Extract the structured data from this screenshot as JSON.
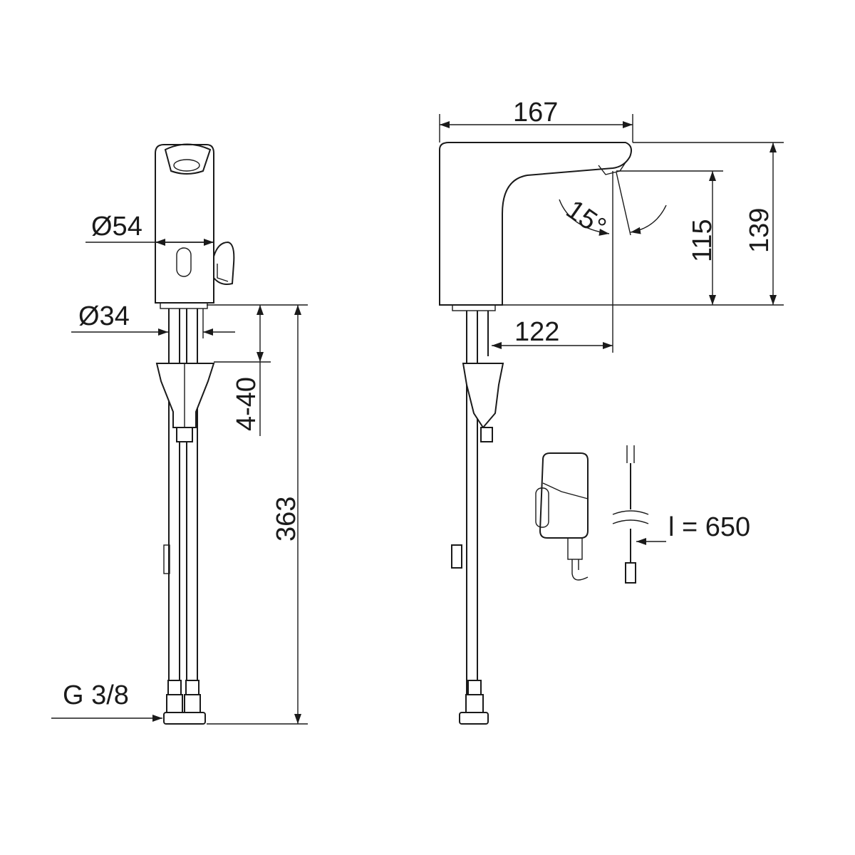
{
  "drawing": {
    "front_view": {
      "diameter_body": "Ø54",
      "diameter_pipe": "Ø34",
      "deck_thickness": "4-40",
      "total_height": "363",
      "connection_thread": "G 3/8"
    },
    "side_view": {
      "spout_length": "167",
      "total_height": "139",
      "outlet_height": "115",
      "outlet_angle": "15°",
      "outlet_reach": "122"
    },
    "power_unit": {
      "cable_length": "l = 650"
    }
  }
}
